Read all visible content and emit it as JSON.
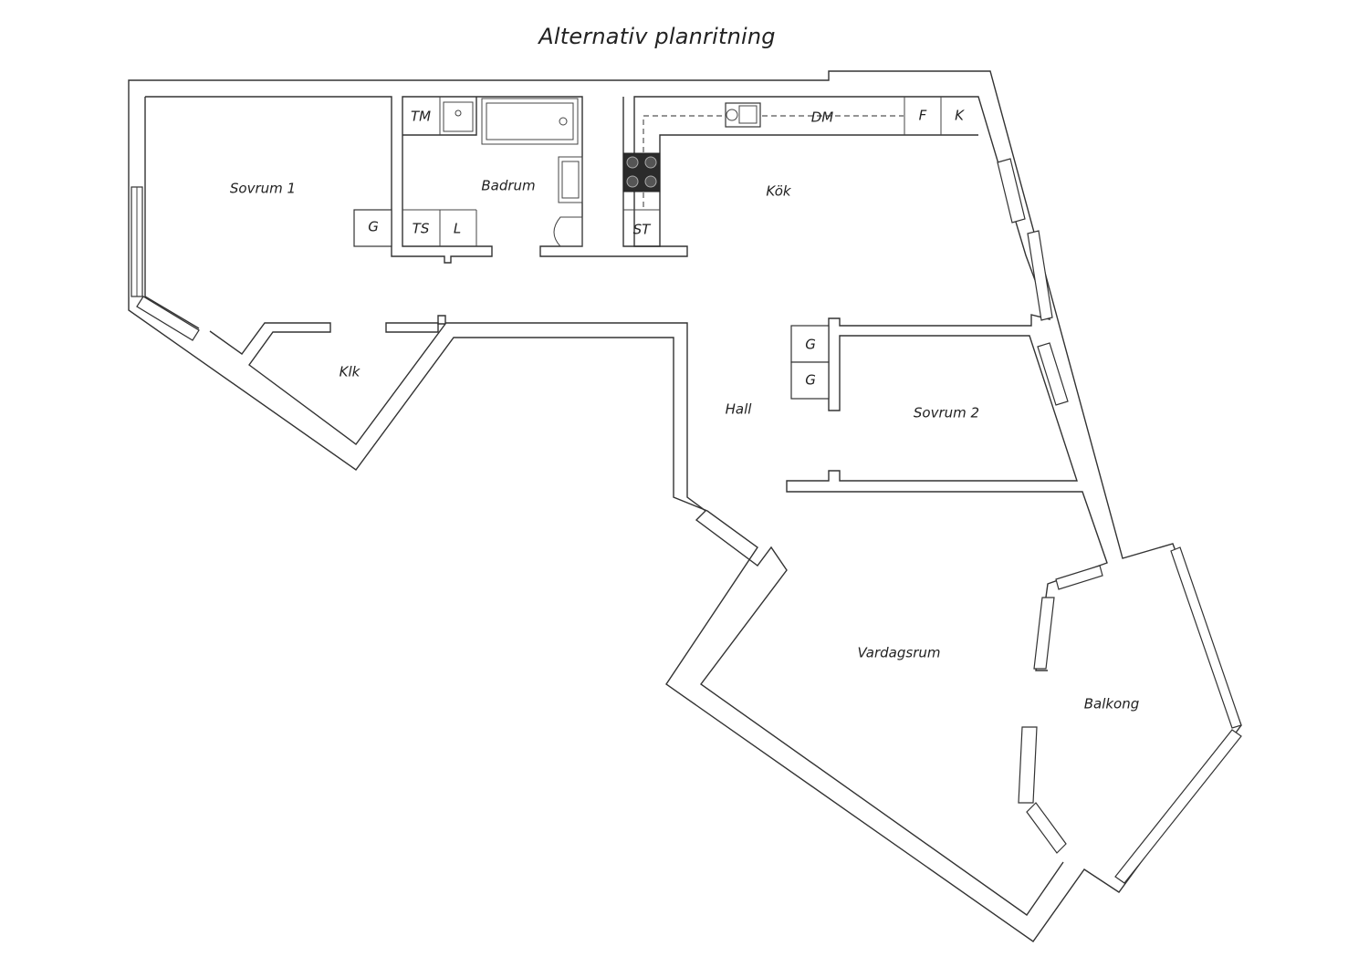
{
  "title": "Alternativ planritning",
  "rooms": {
    "sovrum1": "Sovrum 1",
    "badrum": "Badrum",
    "kok": "Kök",
    "klk": "Klk",
    "hall": "Hall",
    "sovrum2": "Sovrum 2",
    "vardagsrum": "Vardagsrum",
    "balkong": "Balkong"
  },
  "fixtures": {
    "tm": "TM",
    "g_sovrum1": "G",
    "ts": "TS",
    "l": "L",
    "st": "ST",
    "dm": "DM",
    "f": "F",
    "k": "K",
    "g_hall_1": "G",
    "g_hall_2": "G"
  }
}
